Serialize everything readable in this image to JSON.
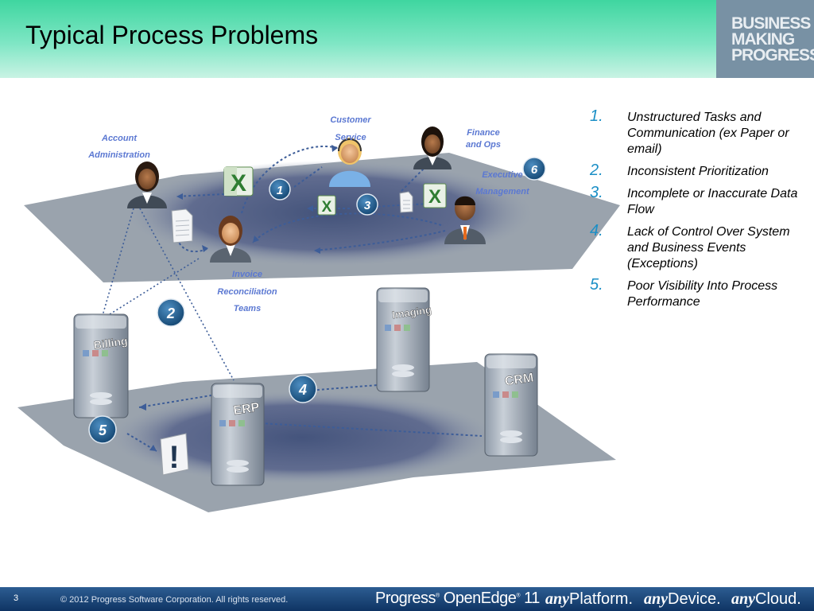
{
  "slide": {
    "title": "Typical Process Problems"
  },
  "brand": {
    "line1": "BUSINESS",
    "line2": "MAKING",
    "line3": "PROGRESS"
  },
  "diagram": {
    "people_labels": {
      "customer_service": [
        "Customer",
        "Service"
      ],
      "account_administration": [
        "Account",
        "Administration"
      ],
      "finance_ops": [
        "Finance",
        "and Ops"
      ],
      "executive_management": [
        "Executive",
        "Management"
      ],
      "invoice_reconciliation": [
        "Invoice",
        "Reconciliation",
        "Teams"
      ]
    },
    "servers": {
      "billing": "Billing",
      "imaging": "Imaging",
      "crm": "CRM",
      "erp": "ERP"
    },
    "markers": [
      "1",
      "2",
      "3",
      "4",
      "5",
      "6"
    ],
    "exception_symbol": "!"
  },
  "problems": [
    {
      "number": "1.",
      "text": "Unstructured Tasks and Communication (ex Paper or email)"
    },
    {
      "number": "2.",
      "text": "Inconsistent Prioritization"
    },
    {
      "number": "3.",
      "text": "Incomplete or Inaccurate Data Flow"
    },
    {
      "number": "4.",
      "text": "Lack of Control Over System and Business Events (Exceptions)"
    },
    {
      "number": "5.",
      "text": "Poor Visibility Into Process Performance"
    }
  ],
  "footer": {
    "page_number": "3",
    "copyright": "© 2012 Progress Software Corporation. All rights reserved.",
    "product_a": "Progress",
    "product_b": "OpenEdge",
    "product_version": "11",
    "tag_any": "any",
    "tag_platform": "Platform.",
    "tag_device": "Device.",
    "tag_cloud": "Cloud."
  },
  "colors": {
    "accent_teal": "#3fd6a0",
    "brand_gray": "#7891a4",
    "marker_blue": "#1d5a86",
    "label_blue": "#5b78d2",
    "list_number_blue": "#1b8fc6",
    "footer_navy": "#173f6e"
  }
}
